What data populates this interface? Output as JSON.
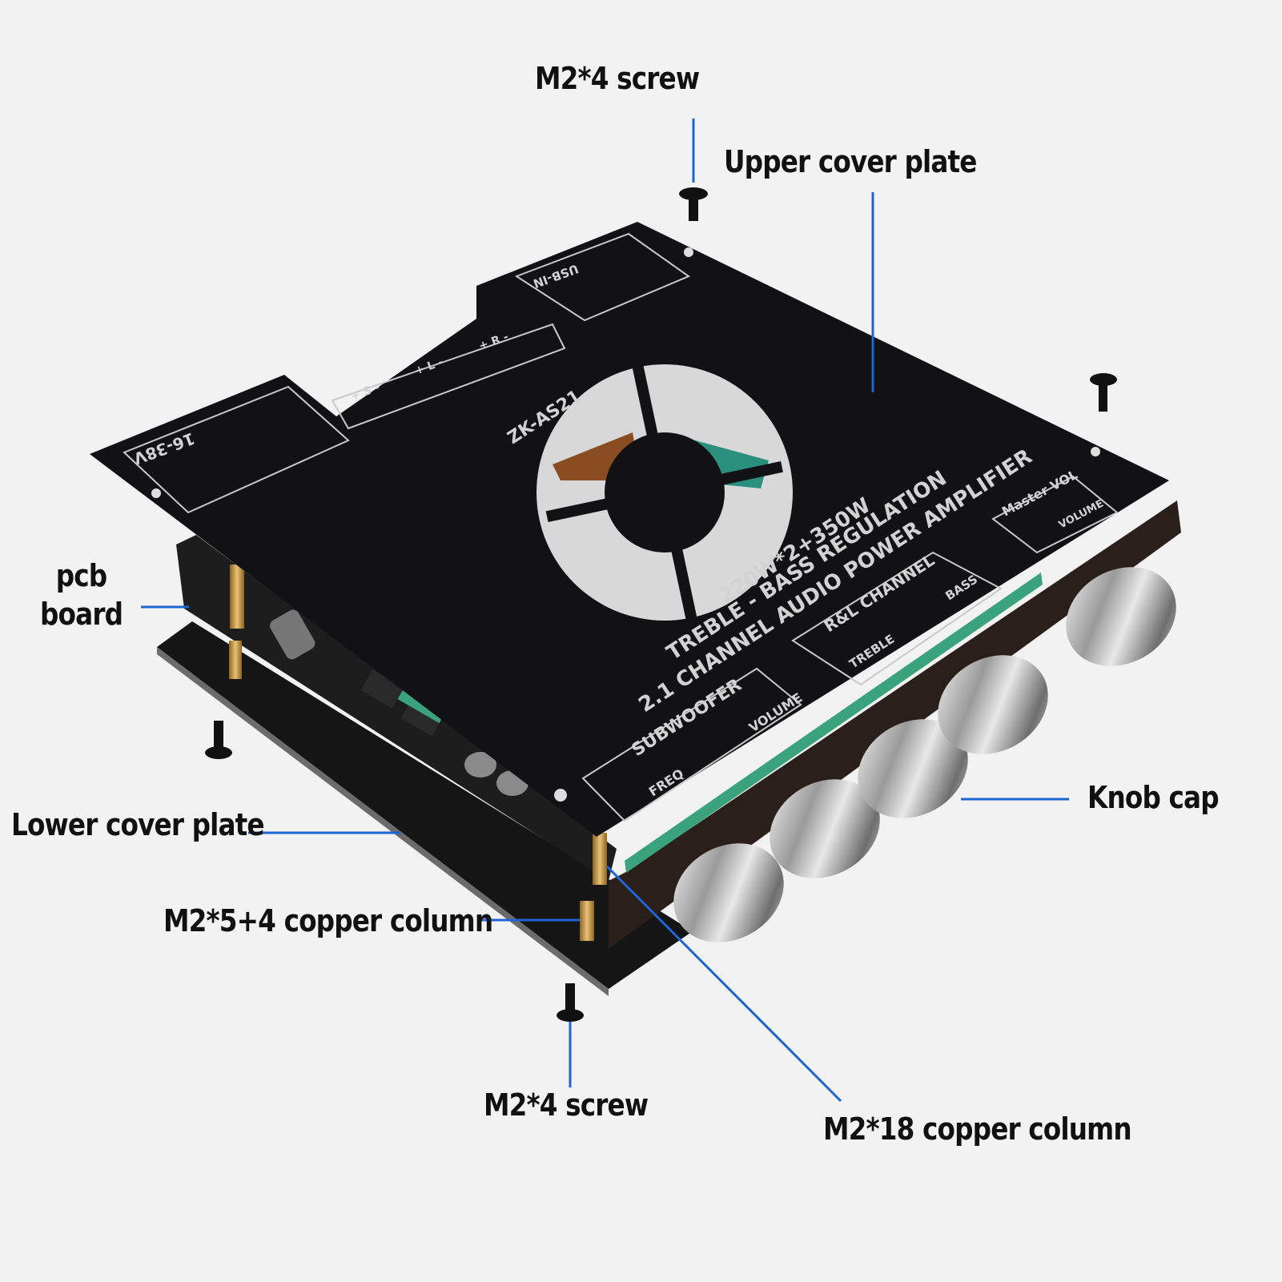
{
  "callouts": {
    "top_screw": "M2*4 screw",
    "upper_cover_plate": "Upper cover plate",
    "pcb_line1": "pcb",
    "pcb_line2": "board",
    "lower_cover_plate": "Lower cover plate",
    "copper_column_short": "M2*5+4 copper column",
    "bottom_screw": "M2*4 screw",
    "copper_column_long": "M2*18 copper column",
    "knob_cap": "Knob cap"
  },
  "board_text": {
    "model": "ZK-AS21",
    "power_line": "220W*2+350W",
    "regulation_line": "TREBLE - BASS REGULATION",
    "amp_line": "2.1 CHANNEL AUDIO POWER AMPLIFIER",
    "subwoofer": "SUBWOOFER",
    "freq": "FREQ",
    "volume": "VOLUME",
    "rl_channel": "R&L CHANNEL",
    "treble": "TREBLE",
    "bass": "BASS",
    "master_vol": "Master VOL",
    "usb_in": "USB-IN",
    "voltage": "16-38V",
    "speaker_s": "+ S -",
    "speaker_l": "+ L -",
    "speaker_r": "+ R -",
    "plus": "+",
    "minus": "-"
  },
  "colors": {
    "background": "#f2f2f2",
    "leader_line": "#1e64d2",
    "board_plate": "#121214",
    "plate_markings": "#c9c9c9",
    "copper": "#c79a45",
    "pcb_green": "#3aa37e"
  }
}
